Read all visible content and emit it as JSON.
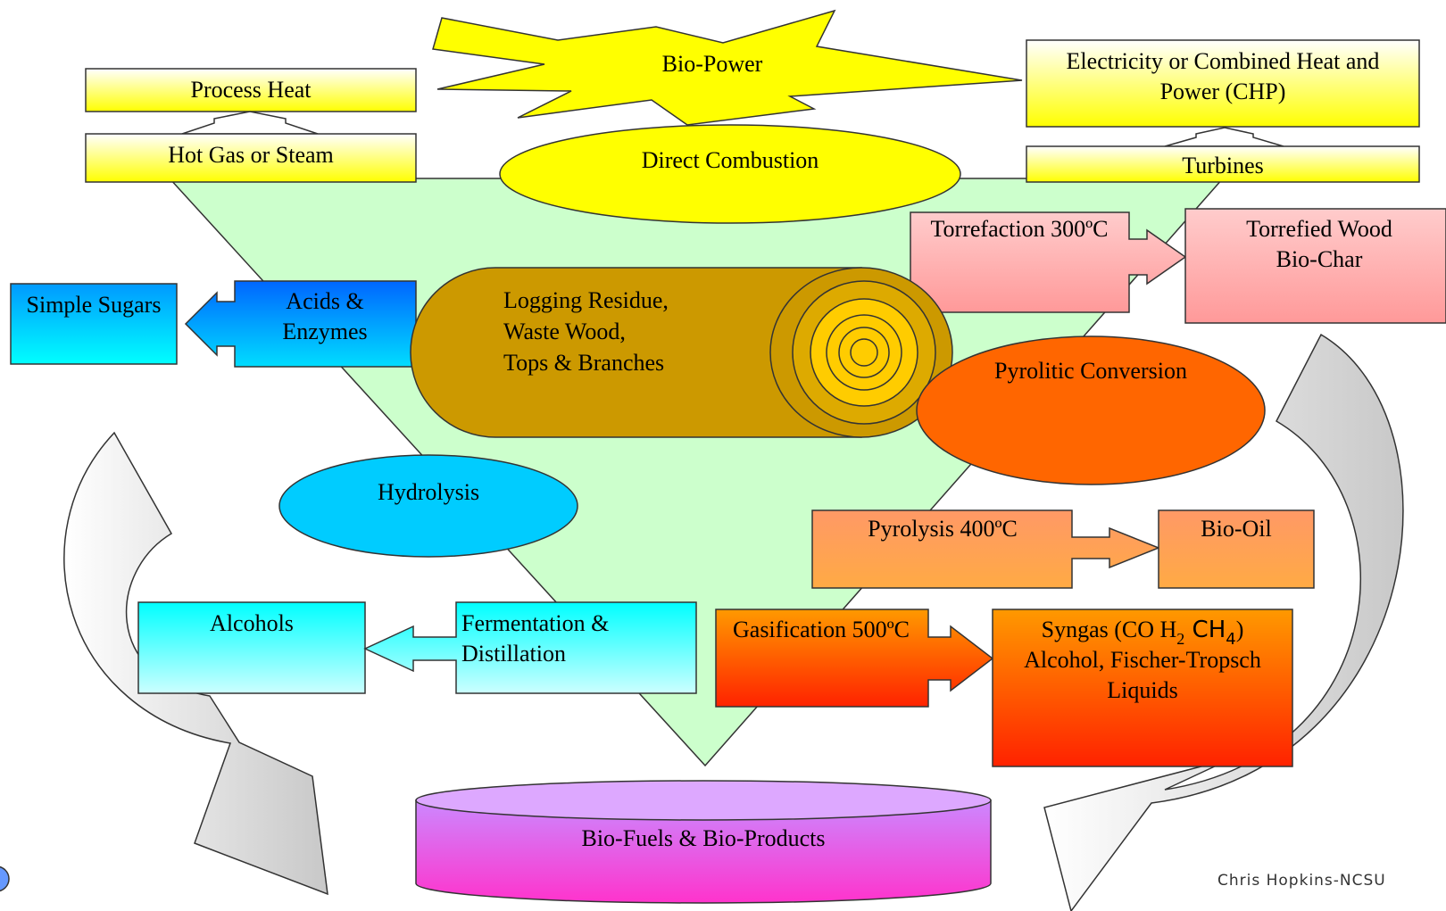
{
  "nodes": {
    "bio_power": "Bio-Power",
    "process_heat": "Process Heat",
    "hot_gas": "Hot Gas or Steam",
    "direct_combustion": "Direct Combustion",
    "electricity_line1": "Electricity or Combined Heat and",
    "electricity_line2": "Power (CHP)",
    "turbines": "Turbines",
    "torrefaction": "Torrefaction 300ºC",
    "torrefied_line1": "Torrefied Wood",
    "torrefied_line2": "Bio-Char",
    "simple_sugars": "Simple Sugars",
    "acids_line1": "Acids &",
    "acids_line2": "Enzymes",
    "logging_line1": "Logging Residue,",
    "logging_line2": "Waste Wood,",
    "logging_line3": "Tops & Branches",
    "pyrolitic": "Pyrolitic Conversion",
    "hydrolysis": "Hydrolysis",
    "pyrolysis": "Pyrolysis 400ºC",
    "bio_oil": "Bio-Oil",
    "alcohols": "Alcohols",
    "fermentation_line1": "Fermentation &",
    "fermentation_line2": "Distillation",
    "gasification": "Gasification 500ºC",
    "syngas_prefix": "Syngas (CO H",
    "syngas_h_sub": "2",
    "syngas_ch": " CH",
    "syngas_ch_sub": "4",
    "syngas_suffix": ")",
    "syngas_line2": "Alcohol, Fischer-Tropsch",
    "syngas_line3": "Liquids",
    "bio_fuels": "Bio-Fuels & Bio-Products"
  },
  "credit": "Chris Hopkins-NCSU",
  "colors": {
    "triangle": "#ccffcc",
    "yellow": "#ffff00",
    "log_brown": "#cc9900",
    "blue": "#1e90ff",
    "cyan": "#00ffff",
    "pink": "#ff9999",
    "orange": "#ff6600",
    "purple": "#cc66ff",
    "gray_arrow": "#cccccc"
  }
}
